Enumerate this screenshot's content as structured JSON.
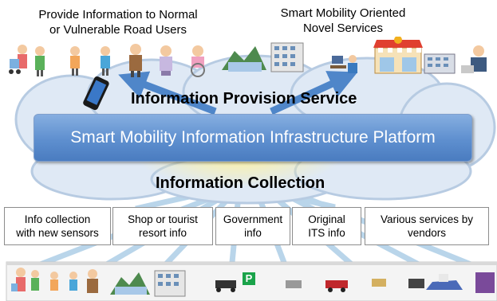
{
  "top_left_caption": {
    "line1": "Provide Information to Normal",
    "line2": "or Vulnerable Road Users"
  },
  "top_right_caption": {
    "line1": "Smart Mobility Oriented",
    "line2": "Novel Services"
  },
  "info_provision_heading": "Information Provision Service",
  "platform_banner": "Smart Mobility Information Infrastructure Platform",
  "info_collection_heading": "Information Collection",
  "sources": [
    {
      "line1": "Info collection",
      "line2": "with new sensors"
    },
    {
      "line1": "Shop or tourist",
      "line2": "resort info"
    },
    {
      "line1": "Government",
      "line2": "info"
    },
    {
      "line1": "Original",
      "line2": "ITS info"
    },
    {
      "line1": "Various services by",
      "line2": "vendors"
    }
  ],
  "parking_sign": "P",
  "colors": {
    "banner": "#5e8fcf",
    "arrow": "#4f86c9",
    "cloud": "#dce8f5",
    "rays": "#a8cbe6"
  },
  "icons": [
    "pedestrians-icon",
    "smartphone-icon",
    "town-icon",
    "service-operator-icon",
    "shop-icon",
    "office-worker-icon",
    "vehicles-icon"
  ]
}
